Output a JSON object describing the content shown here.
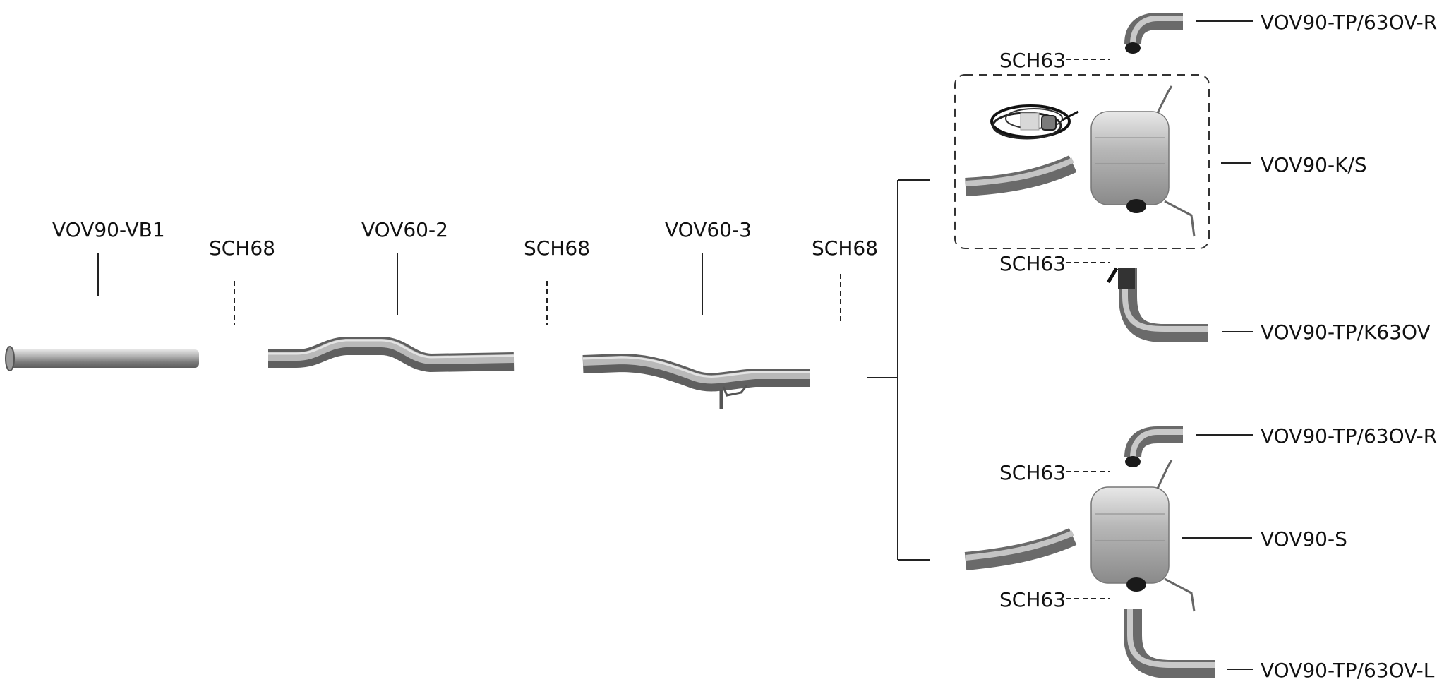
{
  "labels": {
    "vb1": "VOV90-VB1",
    "sch68_a": "SCH68",
    "vov60_2": "VOV60-2",
    "sch68_b": "SCH68",
    "vov60_3": "VOV60-3",
    "sch68_c": "SCH68",
    "tp63r_top": "VOV90-TP/63OV-R",
    "sch63_1": "SCH63",
    "ks": "VOV90-K/S",
    "sch63_2": "SCH63",
    "tpk63": "VOV90-TP/K63OV",
    "tp63r_bottom": "VOV90-TP/63OV-R",
    "sch63_3": "SCH63",
    "s": "VOV90-S",
    "sch63_4": "SCH63",
    "tp63l": "VOV90-TP/63OV-L"
  },
  "colors": {
    "line": "#222222",
    "pipe_dark": "#6d6d6d",
    "pipe_mid": "#a9a9a9",
    "pipe_light": "#e2e2e2",
    "text": "#111111"
  }
}
